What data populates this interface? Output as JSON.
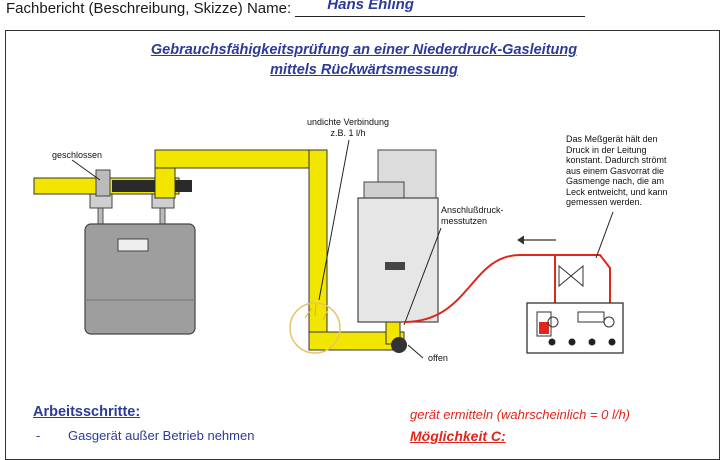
{
  "header": {
    "label": "Fachbericht (Beschreibung, Skizze)  Name:",
    "name": "Hans Ehling"
  },
  "title": {
    "line1": "Gebrauchsfähigkeitsprüfung an einer Niederdruck-Gasleitung",
    "line2": "mittels Rückwärtsmessung"
  },
  "diagram": {
    "label_closed": "geschlossen",
    "label_leak": [
      "undichte Verbindung",
      "z.B. 1 l/h"
    ],
    "label_port": [
      "Anschlußdruck-",
      "messtutzen"
    ],
    "label_open": "offen",
    "label_device_note": [
      "Das Meßgerät hält den",
      "Druck in der Leitung",
      "konstant. Dadurch strömt",
      "aus einem Gasvorrat die",
      "Gasmenge nach, die am",
      "Leck entweicht, und kann",
      "gemessen werden."
    ],
    "colors": {
      "pipe_yellow": "#f2e600",
      "hose_red": "#e0261d",
      "title_blue": "#2c3b9a"
    }
  },
  "body": {
    "section_heading": "Arbeitsschritte:",
    "step1": "Gasgerät außer Betrieb nehmen",
    "step1_bullet": "-",
    "right_text1": "gerät ermitteln (wahrscheinlich = 0 l/h)",
    "right_heading": "Möglichkeit C:"
  }
}
